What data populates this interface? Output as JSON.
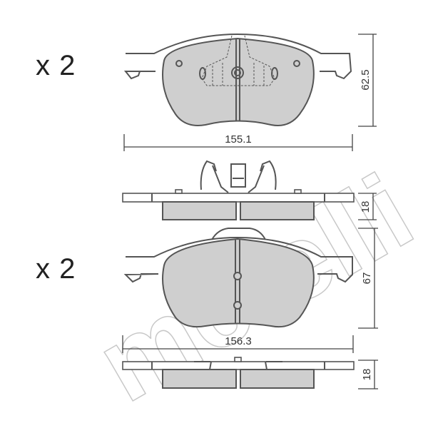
{
  "watermark": "metelli",
  "pad_top": {
    "quantity": "x 2",
    "width_dim": "155.1",
    "height_dim": "62.5",
    "thickness_dim": "18"
  },
  "pad_bottom": {
    "quantity": "x 2",
    "width_dim": "156.3",
    "height_dim": "67",
    "thickness_dim": "18"
  }
}
